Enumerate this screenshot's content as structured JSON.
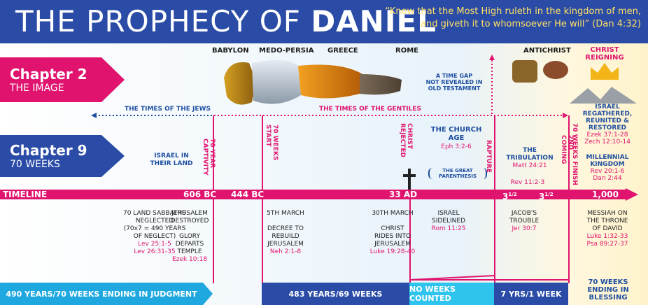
{
  "header": {
    "title_light": "THE PROPHECY OF ",
    "title_bold": "DANIEL",
    "quote_line1": "“Know that the Most High ruleth in the kingdom of men,",
    "quote_line2": "and giveth it to whomsoever He will” (Dan 4:32)"
  },
  "eras": {
    "babylon": "BABYLON",
    "medo_persia": "MEDO-PERSIA",
    "greece": "GREECE",
    "rome": "ROME",
    "antichrist": "ANTICHRIST",
    "christ_reigning_1": "CHRIST",
    "christ_reigning_2": "REIGNING"
  },
  "chapter2": {
    "title": "Chapter 2",
    "subtitle": "THE IMAGE"
  },
  "chapter9": {
    "title": "Chapter 9",
    "subtitle": "70 WEEKS"
  },
  "time_gap": {
    "l1": "A TIME GAP",
    "l2": "NOT REVEALED IN",
    "l3": "OLD TESTAMENT"
  },
  "times_jews": "THE TIMES OF THE JEWS",
  "times_gentiles": "THE TIMES OF THE GENTILES",
  "israel_land": {
    "l1": "ISRAEL IN",
    "l2": "THEIR LAND"
  },
  "vertical": {
    "captivity": "70 YEAR CAPTIVITY",
    "weeks_start": "70 WEEKS START",
    "christ_rejected": "CHRIST REJECTED",
    "rapture": "RAPTURE",
    "second_coming": "2ND COMING",
    "weeks_finish": "70 WEEKS FINISH"
  },
  "church": {
    "l1": "THE CHURCH",
    "l2": "AGE",
    "ref": "Eph 3:2-6",
    "paren1": "THE GREAT",
    "paren2": "PARENTHESIS"
  },
  "tribulation": {
    "title": "THE TRIBULATION",
    "ref": "Matt 24:21",
    "ref2": "Rev 11:2-3"
  },
  "right_panel": {
    "israel1": "ISRAEL",
    "israel2": "REGATHERED,",
    "israel3": "REUNITED &",
    "israel4": "RESTORED",
    "ref1": "Ezek 37:1-28",
    "ref2": "Zech 12:10-14",
    "mk1": "MILLENNIAL",
    "mk2": "KINGDOM",
    "ref3": "Rev 20:1-6",
    "ref4": "Dan 2:44"
  },
  "timeline": {
    "label": "TIMELINE",
    "d606": "606 BC",
    "d444": "444 BC",
    "d33": "33 AD",
    "half1": "3",
    "half2": "3",
    "half_sup": "1/2",
    "thousand": "1,000"
  },
  "notes": {
    "sabbaths": [
      "70 LAND SABBATHS",
      "NEGLECTED",
      "(70x7 = 490 YEARS",
      "OF NEGLECT)"
    ],
    "sabbaths_refs": [
      "Lev 25:1-5",
      "Lev 26:31-35"
    ],
    "jerusalem": [
      "JERUSALEM",
      "DESTROYED",
      "",
      "GLORY",
      "DEPARTS",
      "TEMPLE"
    ],
    "jerusalem_ref": "Ezek 10:18",
    "decree": [
      "5TH MARCH",
      "",
      "DECREE TO",
      "REBUILD",
      "JERUSALEM"
    ],
    "decree_ref": "Neh 2:1-8",
    "entry": [
      "30TH MARCH",
      "",
      "CHRIST",
      "RIDES INTO",
      "JERUSALEM"
    ],
    "entry_ref": "Luke 19:28-40",
    "sidelined": [
      "ISRAEL",
      "SIDELINED"
    ],
    "sidelined_ref": "Rom 11:25",
    "jacob": [
      "JACOB'S",
      "TROUBLE"
    ],
    "jacob_ref": "Jer 30:7",
    "messiah": [
      "MESSIAH ON",
      "THE THRONE",
      "OF DAVID"
    ],
    "messiah_refs": [
      "Luke 1:32-33",
      "Psa 89:27-37"
    ]
  },
  "bottom": {
    "b490": "490 YEARS/70 WEEKS ENDING IN JUDGMENT",
    "b483": "483 YEARS/69 WEEKS",
    "bnone": "NO WEEKS COUNTED",
    "b7": "7 YRS/1 WEEK",
    "bend1": "70 WEEKS",
    "bend2": "ENDING IN",
    "bend3": "BLESSING"
  },
  "colors": {
    "navy": "#2a4ba6",
    "pink": "#e0136e",
    "cyan": "#1fb5e6",
    "gold": "#ffe066"
  }
}
